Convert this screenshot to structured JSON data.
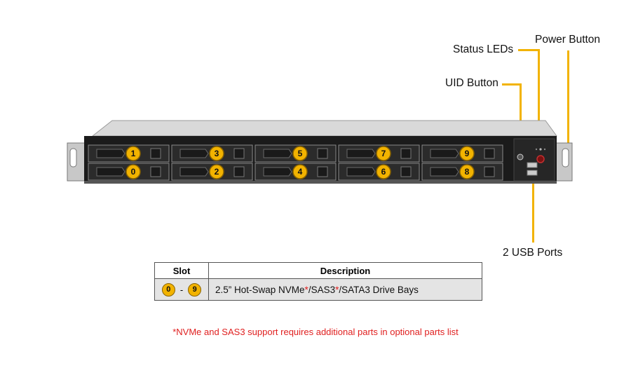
{
  "callouts": {
    "status_leds": "Status LEDs",
    "power_button": "Power Button",
    "uid_button": "UID Button",
    "usb_ports": "2 USB Ports"
  },
  "bays": {
    "top_row": [
      "1",
      "3",
      "5",
      "7",
      "9"
    ],
    "bottom_row": [
      "0",
      "2",
      "4",
      "6",
      "8"
    ]
  },
  "table": {
    "header_slot": "Slot",
    "header_description": "Description",
    "slot_from": "0",
    "slot_sep": "-",
    "slot_to": "9",
    "desc_part1": "2.5” Hot-Swap NVMe",
    "star1": "*",
    "desc_part2": "/SAS3",
    "star2": "*",
    "desc_part3": "/SATA3  Drive  Bays"
  },
  "footnote": "*NVMe and SAS3 support requires additional parts in optional parts list",
  "colors": {
    "callout_line": "#f2b300",
    "badge_fill": "#f2b300",
    "footnote_red": "#e02020",
    "chassis_dark": "#1b1b1b",
    "chassis_top": "#d9d9d9"
  }
}
